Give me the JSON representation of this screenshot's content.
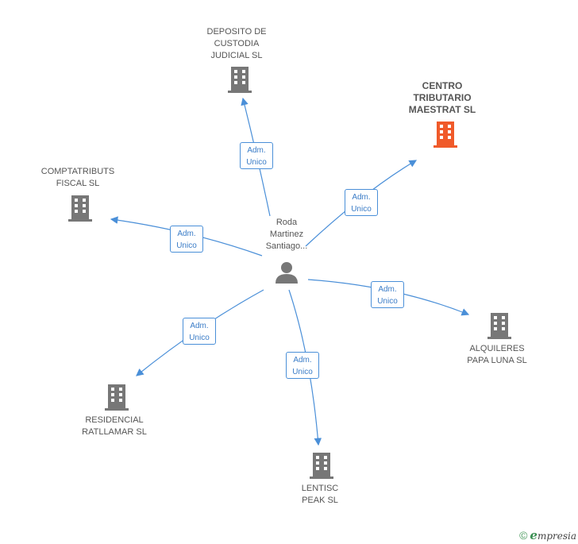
{
  "center": {
    "name": "Roda Martinez Santiago...",
    "lines": [
      "Roda",
      "Martinez",
      "Santiago..."
    ]
  },
  "companies": [
    {
      "id": "deposito",
      "lines": [
        "DEPOSITO DE",
        "CUSTODIA",
        "JUDICIAL SL"
      ],
      "highlight": false,
      "role": [
        "Adm.",
        "Unico"
      ]
    },
    {
      "id": "centro",
      "lines": [
        "CENTRO",
        "TRIBUTARIO",
        "MAESTRAT SL"
      ],
      "highlight": true,
      "role": [
        "Adm.",
        "Unico"
      ]
    },
    {
      "id": "comptatributs",
      "lines": [
        "COMPTATRIBUTS",
        "FISCAL SL"
      ],
      "highlight": false,
      "role": [
        "Adm.",
        "Unico"
      ]
    },
    {
      "id": "alquileres",
      "lines": [
        "ALQUILERES",
        "PAPA LUNA SL"
      ],
      "highlight": false,
      "role": [
        "Adm.",
        "Unico"
      ]
    },
    {
      "id": "residencial",
      "lines": [
        "RESIDENCIAL",
        "RATLLAMAR SL"
      ],
      "highlight": false,
      "role": [
        "Adm.",
        "Unico"
      ]
    },
    {
      "id": "lentisc",
      "lines": [
        "LENTISC",
        "PEAK SL"
      ],
      "highlight": false,
      "role": [
        "Adm.",
        "Unico"
      ]
    }
  ],
  "colors": {
    "edge": "#4a8fd8",
    "building": "#777777",
    "building_highlight": "#f05a2a",
    "person": "#777777"
  },
  "footer": {
    "copyright": "©",
    "brand_initial": "e",
    "brand_rest": "mpresia"
  }
}
